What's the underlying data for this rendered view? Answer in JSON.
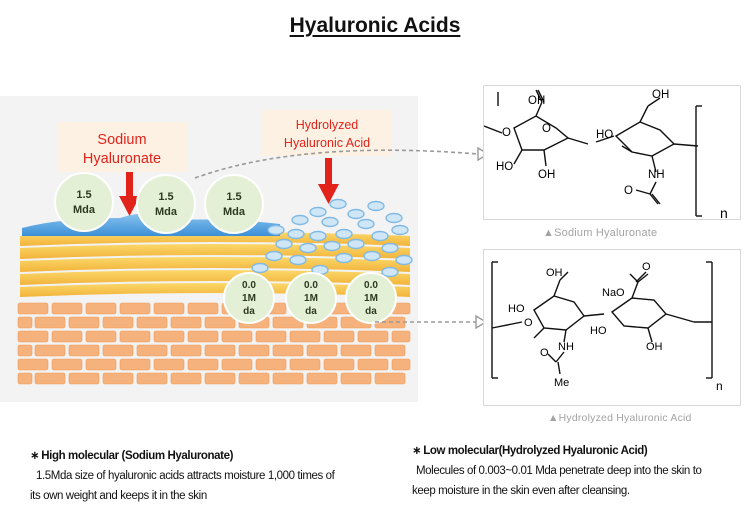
{
  "title": "Hyaluronic Acids",
  "illustration": {
    "sodium_label_line1": "Sodium",
    "sodium_label_line2": "Hyaluronate",
    "hydrolyzed_label_line1": "Hydrolyzed",
    "hydrolyzed_label_line2": "Hyaluronic Acid",
    "large_molecule": {
      "line1": "1.5",
      "line2": "Mda"
    },
    "small_molecule": {
      "line1": "0.0",
      "line2": "1M",
      "line3": "da"
    },
    "colors": {
      "red": "#e2231a",
      "label_bg": "#fdf1e4",
      "bubble": "#b7d9f2",
      "gel": "#5aa6e0",
      "circle": "#e4f0d6",
      "dermis": "#f4b07a",
      "epidermis": "#f7c542"
    }
  },
  "structures": {
    "sodium": {
      "caption": "▲Sodium Hyaluronate",
      "oh_top_left": "OH",
      "o_carbonyl": "O",
      "oh_top_right": "OH",
      "ho_mid": "HO",
      "ho_left": "HO",
      "oh_bottom": "OH",
      "nh": "NH",
      "o_amide": "O",
      "o_link": "O",
      "n_label": "n"
    },
    "hydrolyzed": {
      "caption": "▲Hydrolyzed Hyaluronic Acid",
      "oh_top": "OH",
      "o_carbonyl": "O",
      "nao": "NaO",
      "ho_left": "HO",
      "ho_right": "HO",
      "oh_right": "OH",
      "nh": "NH",
      "o_amide": "O",
      "me": "Me",
      "o_link": "O",
      "n_label": "n"
    }
  },
  "notes": {
    "high": {
      "heading": "High molecular (Sodium Hyaluronate)",
      "line1": "1.5Mda size of hyaluronic acids attracts moisture 1,000 times of",
      "line2": "its own weight and keeps it in the skin"
    },
    "low": {
      "heading": "Low molecular(Hydrolyzed Hyaluronic Acid)",
      "line1": "Molecules of 0.003~0.01 Mda penetrate deep into the skin to",
      "line2": "keep moisture in the skin even after cleansing."
    }
  }
}
